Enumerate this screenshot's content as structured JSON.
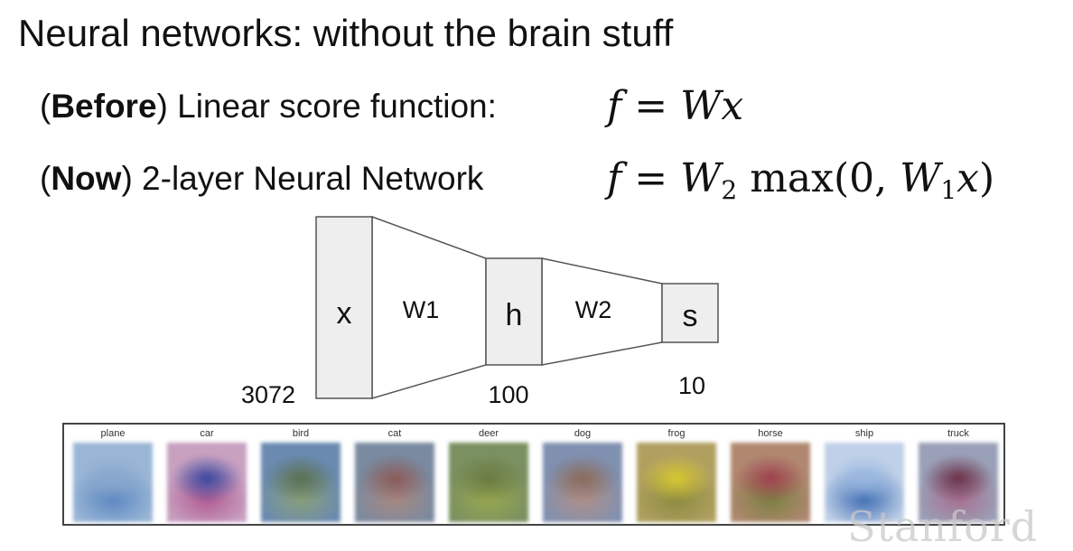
{
  "slide": {
    "title": "Neural networks: without the brain stuff",
    "before": {
      "bold": "Before",
      "text": ") Linear score function:"
    },
    "now": {
      "bold": "Now",
      "text": ") 2-layer Neural Network"
    }
  },
  "diagram": {
    "nodes": [
      {
        "id": "x",
        "label": "x",
        "size_label": "3072"
      },
      {
        "id": "h",
        "label": "h",
        "size_label": "100"
      },
      {
        "id": "s",
        "label": "s",
        "size_label": "10"
      }
    ],
    "weights": [
      "W1",
      "W2"
    ],
    "colors": {
      "box_fill": "#eeeeee",
      "stroke": "#555555"
    }
  },
  "classes": [
    {
      "name": "plane",
      "colors": [
        "#8aa8cc",
        "#5a86c0",
        "#9ab6d6"
      ]
    },
    {
      "name": "car",
      "colors": [
        "#3848a0",
        "#b05a90",
        "#c8a0c0"
      ]
    },
    {
      "name": "bird",
      "colors": [
        "#5a7050",
        "#8aa078",
        "#6a8ab0"
      ]
    },
    {
      "name": "cat",
      "colors": [
        "#8a5a58",
        "#a88880",
        "#7a8aa0"
      ]
    },
    {
      "name": "deer",
      "colors": [
        "#6a7a40",
        "#98a850",
        "#7a9060"
      ]
    },
    {
      "name": "dog",
      "colors": [
        "#8a6a58",
        "#b09088",
        "#8090b0"
      ]
    },
    {
      "name": "frog",
      "colors": [
        "#d8c830",
        "#8a8a40",
        "#b0a060"
      ]
    },
    {
      "name": "horse",
      "colors": [
        "#a04050",
        "#7a8040",
        "#b08870"
      ]
    },
    {
      "name": "ship",
      "colors": [
        "#9ab8e0",
        "#3a6ab0",
        "#c0d0e8"
      ]
    },
    {
      "name": "truck",
      "colors": [
        "#6a3048",
        "#a87090",
        "#9aa0b8"
      ]
    }
  ],
  "watermark": "Stanford"
}
